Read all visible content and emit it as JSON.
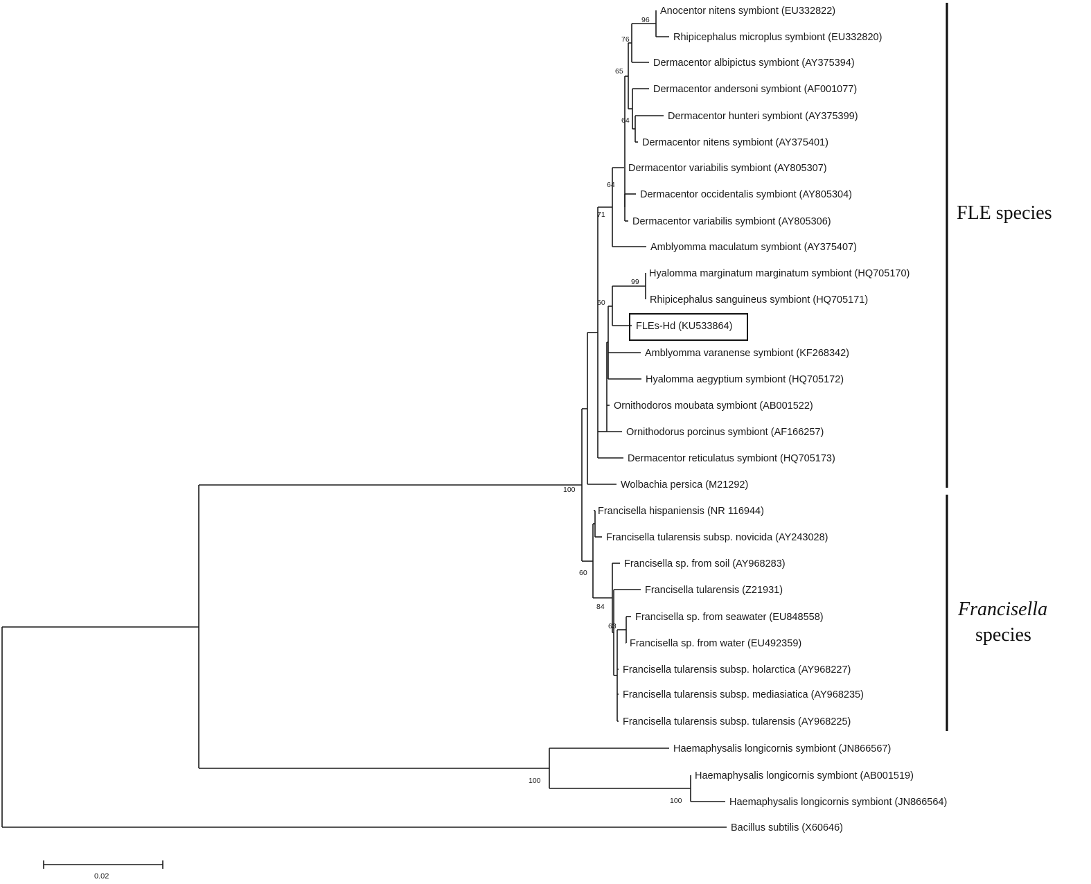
{
  "figure": {
    "type": "phylogenetic-tree",
    "taxa": [
      {
        "label": "Anocentor nitens symbiont (EU332822)"
      },
      {
        "label": "Rhipicephalus microplus symbiont (EU332820)"
      },
      {
        "label": "Dermacentor albipictus symbiont (AY375394)"
      },
      {
        "label": "Dermacentor andersoni symbiont (AF001077)"
      },
      {
        "label": "Dermacentor hunteri symbiont (AY375399)"
      },
      {
        "label": "Dermacentor nitens symbiont (AY375401)"
      },
      {
        "label": "Dermacentor variabilis symbiont (AY805307)"
      },
      {
        "label": "Dermacentor occidentalis symbiont (AY805304)"
      },
      {
        "label": "Dermacentor variabilis symbiont (AY805306)"
      },
      {
        "label": "Amblyomma maculatum symbiont (AY375407)"
      },
      {
        "label": "Hyalomma marginatum marginatum symbiont (HQ705170)"
      },
      {
        "label": "Rhipicephalus sanguineus symbiont (HQ705171)"
      },
      {
        "label": "FLEs-Hd (KU533864)",
        "highlighted": true
      },
      {
        "label": "Amblyomma varanense symbiont (KF268342)"
      },
      {
        "label": "Hyalomma aegyptium symbiont (HQ705172)"
      },
      {
        "label": "Ornithodoros moubata symbiont (AB001522)"
      },
      {
        "label": "Ornithodorus porcinus symbiont (AF166257)"
      },
      {
        "label": "Dermacentor reticulatus symbiont (HQ705173)"
      },
      {
        "label": "Wolbachia persica (M21292)"
      },
      {
        "label": "Francisella hispaniensis (NR 116944)"
      },
      {
        "label": "Francisella tularensis subsp. novicida (AY243028)"
      },
      {
        "label": "Francisella sp. from soil (AY968283)"
      },
      {
        "label": "Francisella tularensis (Z21931)"
      },
      {
        "label": "Francisella sp. from seawater (EU848558)"
      },
      {
        "label": "Francisella sp. from water (EU492359)"
      },
      {
        "label": "Francisella tularensis subsp. holarctica (AY968227)"
      },
      {
        "label": "Francisella tularensis subsp. mediasiatica (AY968235)"
      },
      {
        "label": "Francisella tularensis subsp. tularensis (AY968225)"
      },
      {
        "label": "Haemaphysalis longicornis symbiont (JN866567)"
      },
      {
        "label": "Haemaphysalis longicornis symbiont (AB001519)"
      },
      {
        "label": "Haemaphysalis longicornis symbiont (JN866564)"
      },
      {
        "label": "Bacillus subtilis (X60646)"
      }
    ],
    "bootstrap_values": [
      "96",
      "76",
      "65",
      "64",
      "64",
      "71",
      "99",
      "60",
      "100",
      "60",
      "84",
      "63",
      "100",
      "100"
    ],
    "groups": [
      {
        "lines": [
          "FLE species"
        ],
        "italic": [
          false
        ]
      },
      {
        "lines": [
          "Francisella",
          "species"
        ],
        "italic": [
          true,
          false
        ]
      }
    ],
    "scale_bar": {
      "label": "0.02",
      "value": 0.02
    }
  }
}
